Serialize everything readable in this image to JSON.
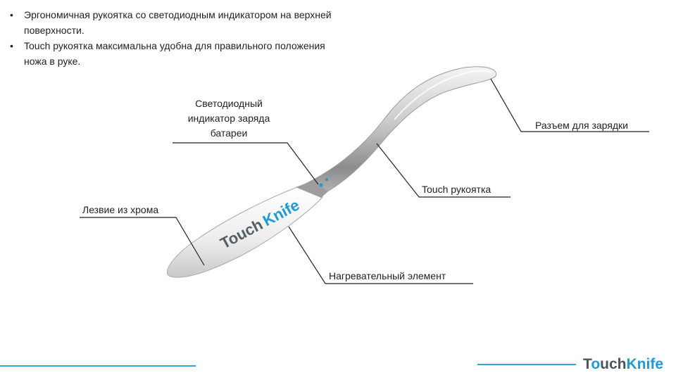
{
  "bullets": [
    "Эргономичная рукоятка со светодиодным индикатором на верхней поверхности.",
    "Touch рукоятка максимальна удобна для правильного положения ножа в руке."
  ],
  "labels": {
    "led_indicator": "Светодиодный индикатор заряда батареи",
    "charging_port": "Разъем для зарядки",
    "touch_handle": "Touch рукоятка",
    "chrome_blade": "Лезвие из хрома",
    "heating_element": "Нагревательный элемент"
  },
  "knife_brand": {
    "part1": "Touch",
    "part2": "Knife"
  },
  "logo": {
    "part1": "T",
    "o": "o",
    "part2": "uch",
    "part3": "Knife"
  },
  "colors": {
    "accent": "#1e9ad6",
    "line": "#2fa6dc",
    "text": "#222222"
  },
  "icons": {
    "bullet": "•"
  }
}
